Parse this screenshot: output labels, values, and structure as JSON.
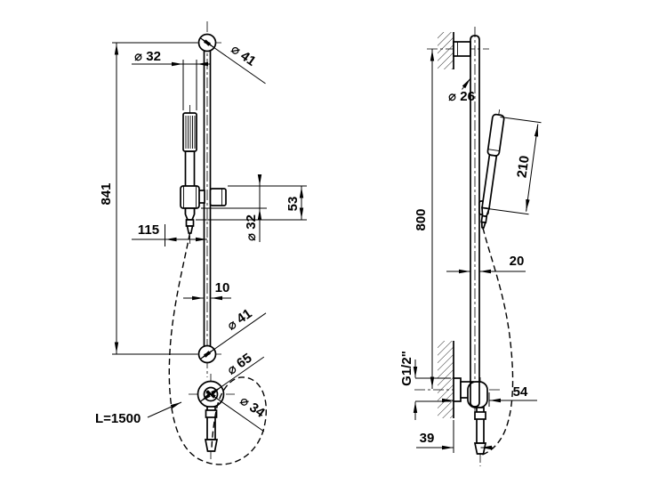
{
  "drawing": {
    "front_view": {
      "dia_handshower": "⌀ 32",
      "dia_top_bracket": "⌀ 41",
      "bar_height": "841",
      "offset_115": "115",
      "dia_slider": "⌀ 32",
      "slider_height": "53",
      "bar_width": "10",
      "dia_bottom_bracket": "⌀ 41",
      "dia_outlet_outer": "⌀ 65",
      "dia_outlet_inner": "⌀ 34",
      "hose_length": "L=1500"
    },
    "side_view": {
      "dia_bar": "⌀ 26",
      "handshower_length": "210",
      "mount_spacing": "800",
      "bar_depth": "20",
      "thread": "G1/2\"",
      "outlet_projection": "54",
      "outlet_offset": "39"
    }
  }
}
